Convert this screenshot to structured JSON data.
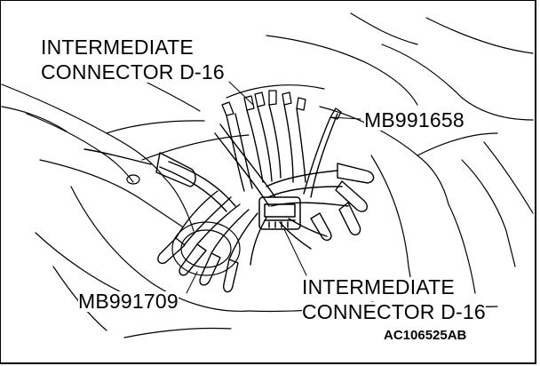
{
  "labels": {
    "top_connector": [
      "INTERMEDIATE",
      "CONNECTOR D-16"
    ],
    "top_right_tool": "MB991658",
    "bottom_left_tool": "MB991709",
    "bottom_connector": [
      "INTERMEDIATE",
      "CONNECTOR D-16"
    ],
    "figure_code": "AC106525AB"
  }
}
